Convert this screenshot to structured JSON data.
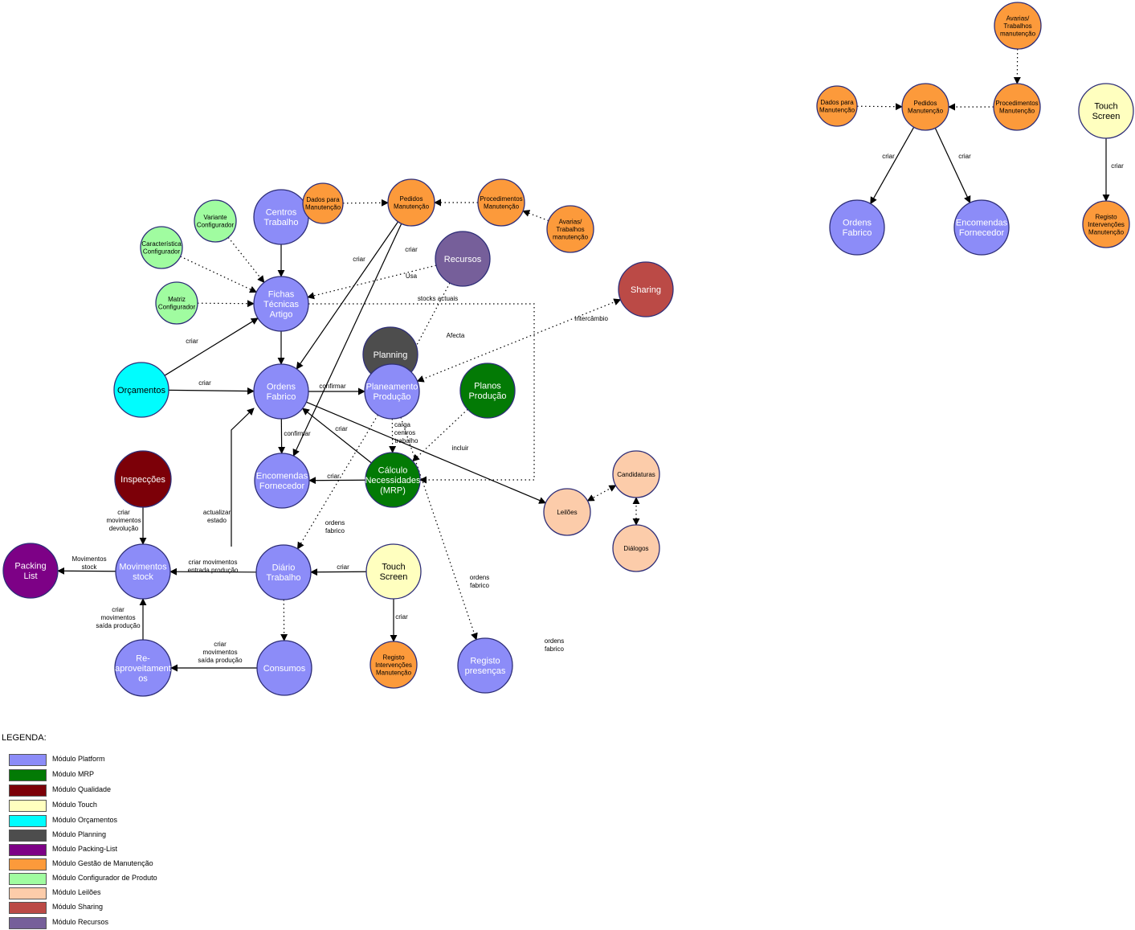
{
  "colors": {
    "platform": "#8c8cf8",
    "mrp": "#037a05",
    "qualidade": "#7c0008",
    "touch": "#ffffbf",
    "orcamentos": "#00fdfe",
    "planning": "#4d4d4d",
    "packing": "#7d0186",
    "manutencao": "#fc9a3b",
    "configurador": "#a0fca0",
    "leiloes": "#fcccaa",
    "sharing": "#bb4a46",
    "recursos": "#765f9a"
  },
  "nodes": {
    "centros": {
      "lines": [
        "Centros",
        "Trabalho"
      ]
    },
    "dados_main": {
      "lines": [
        "Dados para",
        "Manutenção"
      ]
    },
    "pedidos_main": {
      "lines": [
        "Pedidos",
        "Manutenção"
      ]
    },
    "proced_main": {
      "lines": [
        "Procedimentos",
        "Manutenção"
      ]
    },
    "avarias_main": {
      "lines": [
        "Avarias/",
        "Trabalhos",
        "manutenção"
      ]
    },
    "variante": {
      "lines": [
        "Variante",
        "Configurador"
      ]
    },
    "caracteristica": {
      "lines": [
        "Característica",
        "Configurador"
      ]
    },
    "matriz": {
      "lines": [
        "Matriz",
        "Configurador"
      ]
    },
    "fichas": {
      "lines": [
        "Fichas",
        "Técnicas",
        "Artigo"
      ]
    },
    "recursos": {
      "lines": [
        "Recursos"
      ]
    },
    "sharing": {
      "lines": [
        "Sharing"
      ]
    },
    "orcamentos": {
      "lines": [
        "Orçamentos"
      ]
    },
    "ordens_main": {
      "lines": [
        "Ordens",
        "Fabrico"
      ]
    },
    "planning": {
      "lines": [
        "Planning"
      ]
    },
    "planeamento": {
      "lines": [
        "Planeamento",
        "Produção"
      ]
    },
    "planos": {
      "lines": [
        "Planos",
        "Produção"
      ]
    },
    "encomendas_main": {
      "lines": [
        "Encomendas",
        "Fornecedor"
      ]
    },
    "calculo": {
      "lines": [
        "Cálculo",
        "Necessidades",
        "(MRP)"
      ]
    },
    "candidaturas": {
      "lines": [
        "Candidaturas"
      ]
    },
    "leiloes": {
      "lines": [
        "Leilões"
      ]
    },
    "dialogos": {
      "lines": [
        "Diálogos"
      ]
    },
    "inspeccoes": {
      "lines": [
        "Inspecções"
      ]
    },
    "packing": {
      "lines": [
        "Packing",
        "List"
      ]
    },
    "movimentos": {
      "lines": [
        "Movimentos",
        "stock"
      ]
    },
    "diario": {
      "lines": [
        "Diário",
        "Trabalho"
      ]
    },
    "touch_main": {
      "lines": [
        "Touch",
        "Screen"
      ]
    },
    "reaproveit": {
      "lines": [
        "Re-",
        "aproveitament",
        "os"
      ]
    },
    "consumos": {
      "lines": [
        "Consumos"
      ]
    },
    "registo_main": {
      "lines": [
        "Registo",
        "Intervenções",
        "Manutenção"
      ]
    },
    "presencas": {
      "lines": [
        "Registo",
        "presenças"
      ]
    },
    "avarias_r": {
      "lines": [
        "Avarias/",
        "Trabalhos",
        "manutenção"
      ]
    },
    "dados_r": {
      "lines": [
        "Dados para",
        "Manutenção"
      ]
    },
    "pedidos_r": {
      "lines": [
        "Pedidos",
        "Manutenção"
      ]
    },
    "proced_r": {
      "lines": [
        "Procedimentos",
        "Manutenção"
      ]
    },
    "touch_r": {
      "lines": [
        "Touch",
        "Screen"
      ]
    },
    "ordens_r": {
      "lines": [
        "Ordens",
        "Fabrico"
      ]
    },
    "encomendas_r": {
      "lines": [
        "Encomendas",
        "Fornecedor"
      ]
    },
    "registo_r": {
      "lines": [
        "Registo",
        "Intervenções",
        "Manutenção"
      ]
    }
  },
  "edge_labels": {
    "criar": "criar",
    "confirmar": "confirmar",
    "usa": "Usa",
    "stocks": "stocks actuais",
    "intercambio": "Intercâmbio",
    "afecta": "Afecta",
    "carga": [
      "carga",
      "centros",
      "trabalho"
    ],
    "incluir": "incluir",
    "ordens_fabrico": [
      "ordens",
      "fabrico"
    ],
    "actualizar": [
      "actualizar",
      "estado"
    ],
    "inspec_mov": [
      "criar",
      "movimentos",
      "devolução"
    ],
    "mov_stock": [
      "Movimentos",
      "stock"
    ],
    "entrada": [
      "criar movimentos",
      "entrada produção"
    ],
    "saida": [
      "criar",
      "movimentos",
      "saída produção"
    ]
  },
  "legend": {
    "title": "LEGENDA:",
    "items": [
      {
        "label": "Módulo Platform",
        "color": "#8c8cf8"
      },
      {
        "label": "Módulo MRP",
        "color": "#037a05"
      },
      {
        "label": "Módulo Qualidade",
        "color": "#7c0008"
      },
      {
        "label": "Módulo Touch",
        "color": "#ffffbf"
      },
      {
        "label": "Módulo Orçamentos",
        "color": "#00fdfe"
      },
      {
        "label": "Módulo Planning",
        "color": "#4d4d4d"
      },
      {
        "label": "Módulo Packing-List",
        "color": "#7d0186"
      },
      {
        "label": "Módulo Gestão de Manutenção",
        "color": "#fc9a3b"
      },
      {
        "label": "Módulo Configurador de Produto",
        "color": "#a0fca0"
      },
      {
        "label": "Módulo Leilões",
        "color": "#fcccaa"
      },
      {
        "label": "Módulo Sharing",
        "color": "#bb4a46"
      },
      {
        "label": "Módulo Recursos",
        "color": "#765f9a"
      }
    ]
  }
}
